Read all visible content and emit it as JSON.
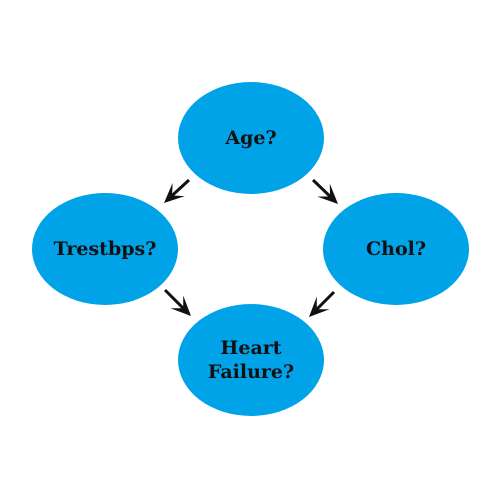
{
  "diagram": {
    "node_color": "#00a2e8",
    "text_color": "#111111",
    "arrow_color": "#111111",
    "nodes": [
      {
        "id": "age",
        "lines": [
          "Age?"
        ]
      },
      {
        "id": "trestbps",
        "lines": [
          "Trestbps?"
        ]
      },
      {
        "id": "chol",
        "lines": [
          "Chol?"
        ]
      },
      {
        "id": "heart-failure",
        "lines": [
          "Heart",
          "Failure?"
        ]
      }
    ],
    "edges": [
      {
        "from": "age",
        "to": "trestbps"
      },
      {
        "from": "age",
        "to": "chol"
      },
      {
        "from": "trestbps",
        "to": "heart-failure"
      },
      {
        "from": "chol",
        "to": "heart-failure"
      }
    ]
  }
}
